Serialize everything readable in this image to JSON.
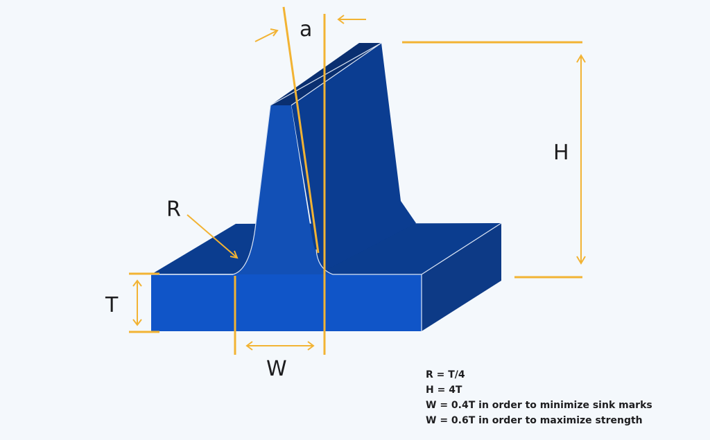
{
  "labels": {
    "angle": "a",
    "radius": "R",
    "thickness": "T",
    "height": "H",
    "width": "W"
  },
  "notes": [
    "R = T/4",
    "H = 4T",
    "W = 0.4T in order to minimize sink marks",
    "W = 0.6T in order to maximize strength"
  ],
  "colors": {
    "background": "#f4f8fc",
    "front_face": "#1055c8",
    "side_face": "#0d3a86",
    "top_face": "#0b3d8f",
    "rib_side": "#0b3d91",
    "rib_face": "#1250b6",
    "dimension_lines": "#f2b333",
    "edge_highlight": "#dce6f5"
  }
}
